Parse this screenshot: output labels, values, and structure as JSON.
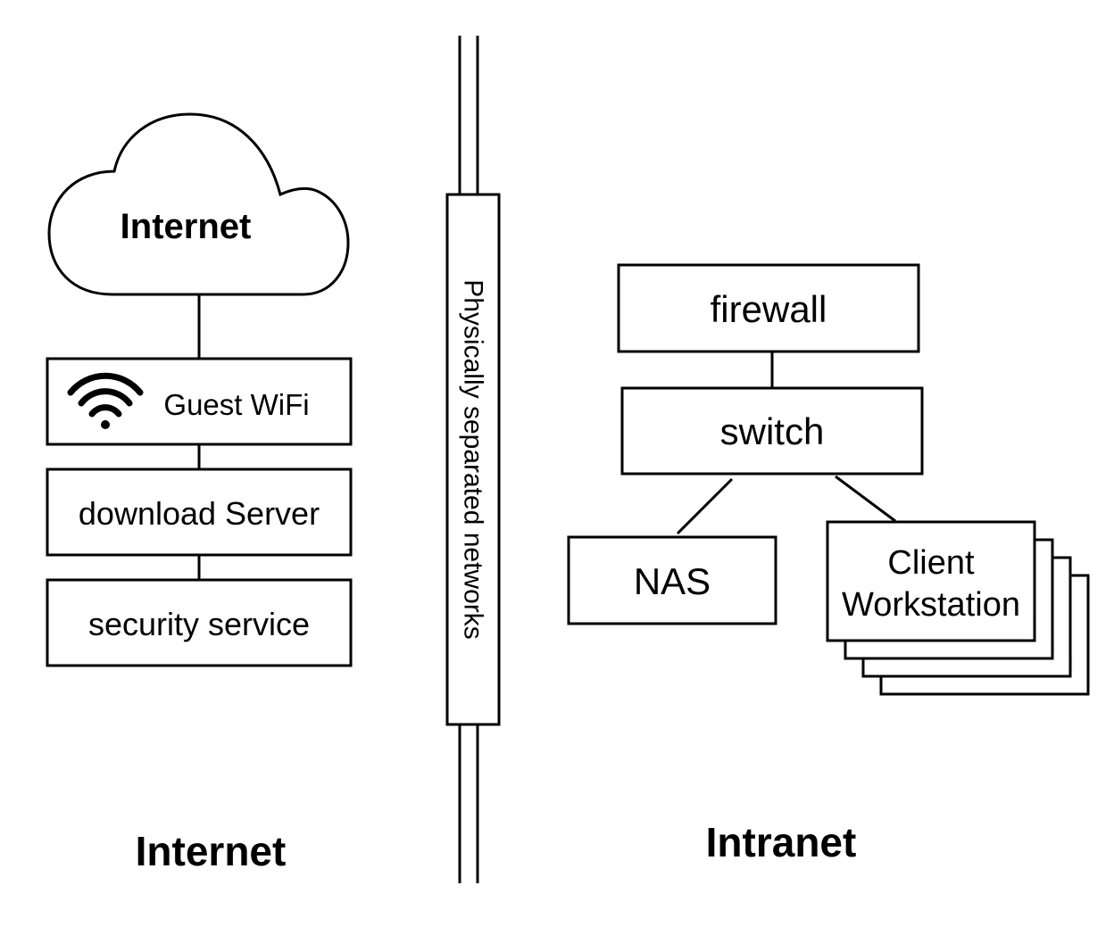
{
  "colors": {
    "stroke": "#000000",
    "fill": "#ffffff",
    "text": "#000000"
  },
  "left_zone": {
    "cloud_label": "Internet",
    "wifi_label": "Guest WiFi",
    "download_label": "download Server",
    "security_label": "security service",
    "zone_label": "Internet",
    "wifi_icon": "wifi-icon"
  },
  "separator": {
    "label": "Physically separated networks"
  },
  "right_zone": {
    "firewall_label": "firewall",
    "switch_label": "switch",
    "nas_label": "NAS",
    "client_label_line1": "Client",
    "client_label_line2": "Workstation",
    "zone_label": "Intranet"
  }
}
